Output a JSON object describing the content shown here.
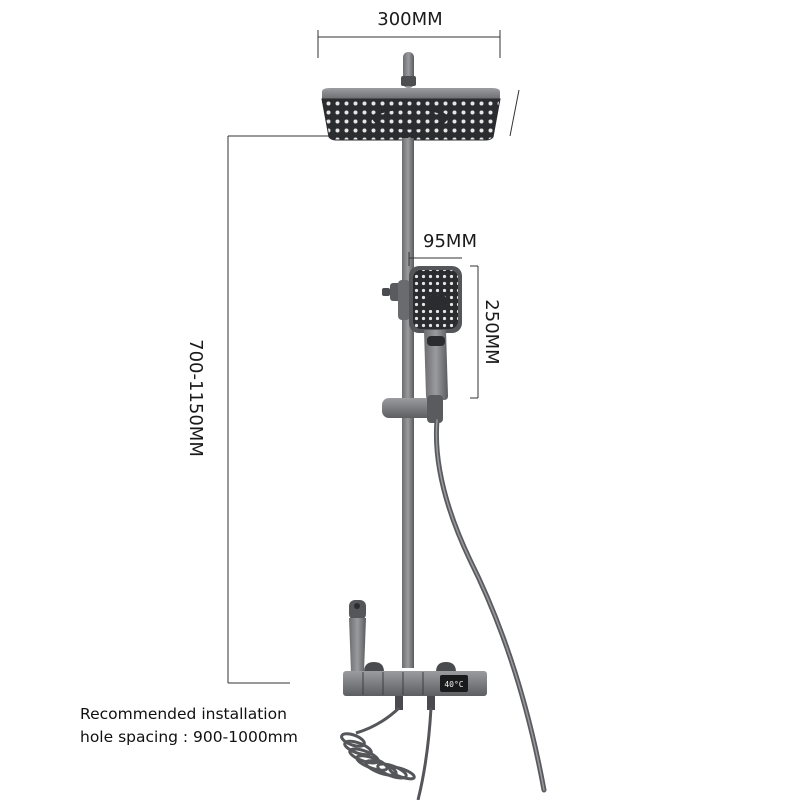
{
  "dimensions": {
    "top_width": "300MM",
    "handheld_width": "95MM",
    "handheld_height": "250MM",
    "bar_height": "700-1150MM"
  },
  "note": {
    "line1": "Recommended installation",
    "line2": "hole spacing : 900-1000mm"
  },
  "display": {
    "temperature": "40°C"
  },
  "colors": {
    "body": "#5a5b5e",
    "body_dark": "#3c3d40",
    "face": "#2a2b2e",
    "dim_line": "#333333"
  }
}
